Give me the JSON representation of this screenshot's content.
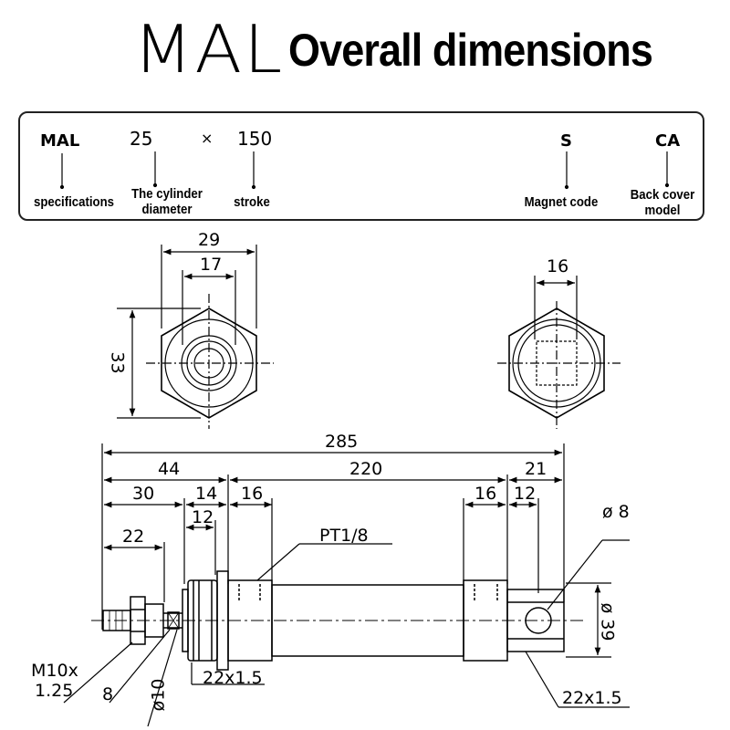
{
  "title": {
    "model": "MAL",
    "text": "Overall dimensions"
  },
  "order_code": {
    "parts": {
      "series": "MAL",
      "bore": "25",
      "times": "×",
      "stroke": "150",
      "magnet": "S",
      "cover": "CA"
    },
    "labels": {
      "specifications": "specifications",
      "cylinder_diameter_1": "The cylinder",
      "cylinder_diameter_2": "diameter",
      "stroke": "stroke",
      "magnet_code": "Magnet code",
      "back_cover_1": "Back cover",
      "back_cover_2": "model"
    }
  },
  "end_views": {
    "front": {
      "width_across": "29",
      "inner": "17",
      "height": "33"
    },
    "rear": {
      "width": "16"
    }
  },
  "side_view": {
    "overall_length": "285",
    "front_section": "44",
    "body_length": "220",
    "rear_clevis": "21",
    "rod_length": "30",
    "bushing": "14",
    "front_cap": "16",
    "rear_cap": "16",
    "clevis_width": "12",
    "nut_width": "12",
    "thread_length": "22",
    "port": "PT1/8",
    "pin_hole": "ø 8",
    "clevis_height": "ø 39",
    "rod_thread_1": "M10x",
    "rod_thread_2": "1.25",
    "wrench_flat": "8",
    "rod_diameter": "ø10",
    "front_mount_thread": "22x1.5",
    "rear_mount_thread": "22x1.5"
  }
}
